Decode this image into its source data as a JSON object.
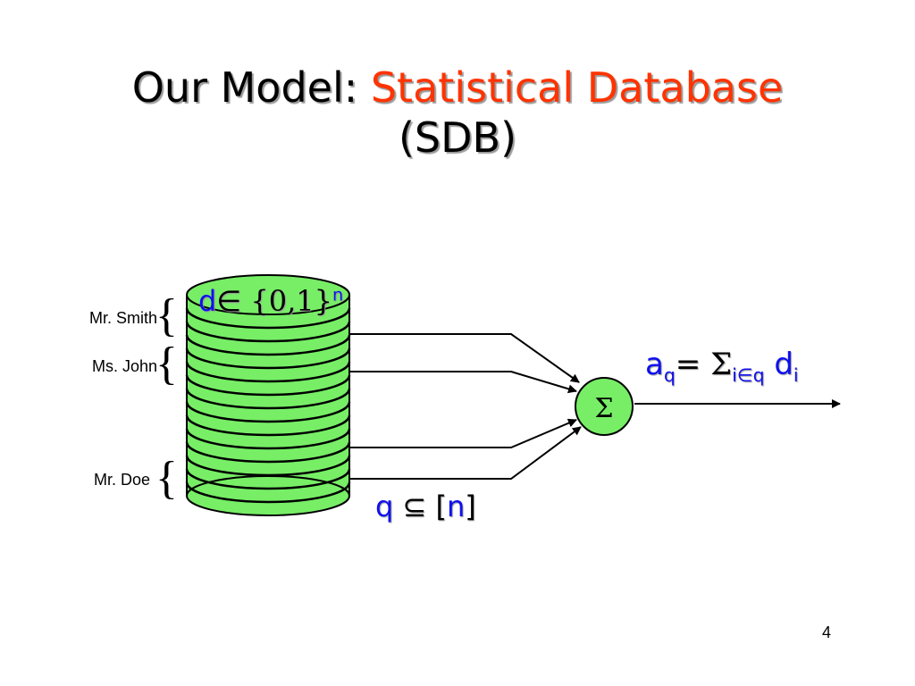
{
  "slide": {
    "title_prefix": "Our Model: ",
    "title_accent": "Statistical Database",
    "title_suffix": "(SDB)",
    "page_number": "4"
  },
  "colors": {
    "accent": "#ff3300",
    "math": "#1010ee",
    "disk_fill": "#77ee66"
  },
  "diagram": {
    "records": [
      {
        "name": "Mr. Smith"
      },
      {
        "name": "Ms. John"
      },
      {
        "name": "Mr. Doe"
      }
    ],
    "db_label": {
      "d": "d",
      "in": "∈",
      "set": " {0,1}",
      "exp": "n"
    },
    "sum_symbol": "Σ",
    "answer": {
      "a": "a",
      "a_sub": "q",
      "eq": "= ",
      "sigma": "Σ",
      "sigma_sub": "i∈q",
      "d": " d",
      "d_sub": "i"
    },
    "query": {
      "q": "q ",
      "subset": "⊆",
      "open": " [",
      "n": "n",
      "close": "]"
    }
  }
}
